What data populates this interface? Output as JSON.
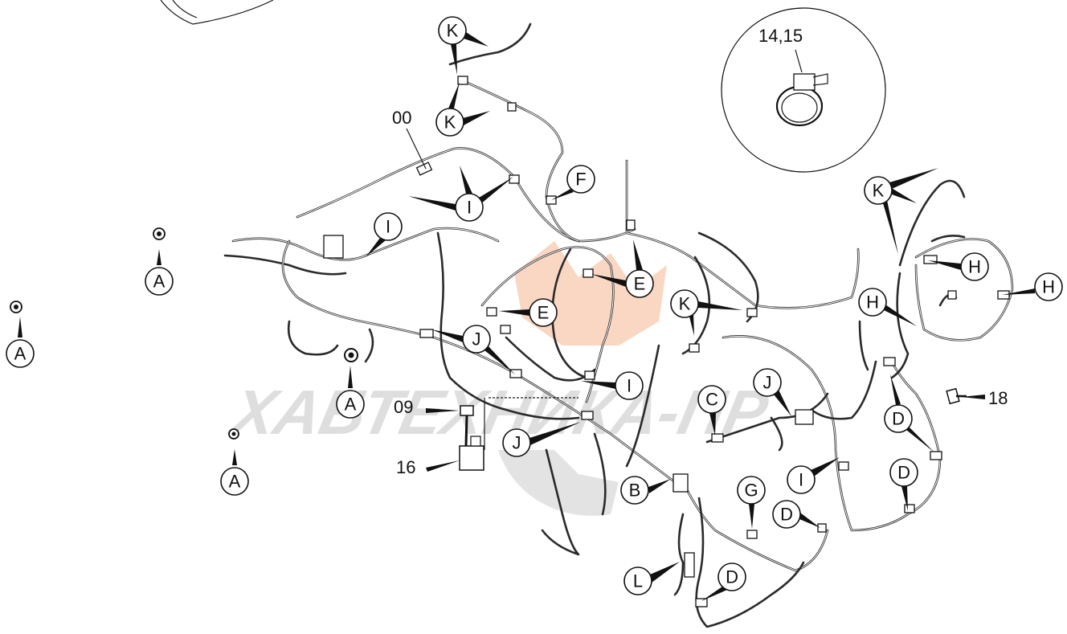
{
  "watermark": {
    "text": "ХАБТЕХНИКА-ПР",
    "accent_color": "#f0a070",
    "gray_color": "#cfcfcf"
  },
  "detail_view": {
    "label": "14,15"
  },
  "part_numbers": {
    "harness": "00",
    "bolt": "09",
    "bracket": "16",
    "bolt_right": "18"
  },
  "callouts": [
    "A",
    "B",
    "C",
    "D",
    "E",
    "F",
    "G",
    "H",
    "I",
    "J",
    "K",
    "L"
  ]
}
